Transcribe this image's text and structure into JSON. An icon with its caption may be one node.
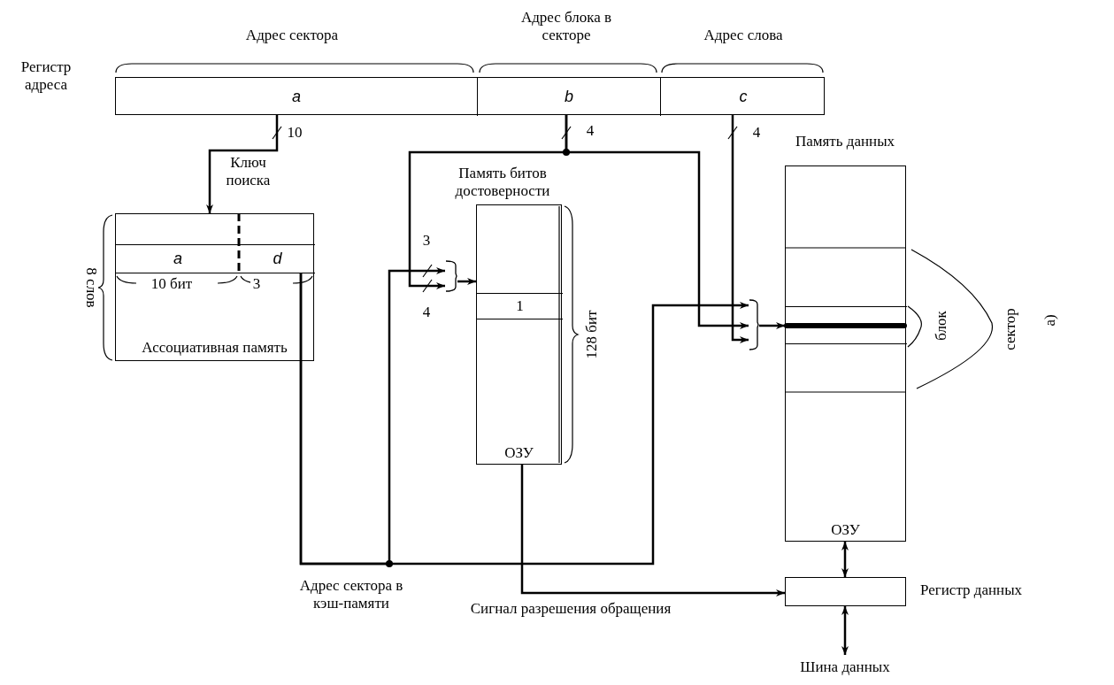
{
  "diagram": {
    "nodes": [
      {
        "text": [],
        "shape": "box"
      },
      {
        "text": [
          "a"
        ],
        "in": 0
      },
      {
        "text": [
          "b"
        ],
        "in": 0
      },
      {
        "text": [
          "c"
        ],
        "in": 0
      },
      {
        "text": [
          "Ассоциативная память"
        ]
      },
      {
        "text": [
          "a"
        ],
        "in": 4
      },
      {
        "text": [
          "d"
        ],
        "in": 4
      },
      {
        "text": [
          "ОЗУ"
        ]
      },
      {
        "text": [
          "1"
        ],
        "in": 7
      },
      {
        "text": [
          "ОЗУ"
        ]
      },
      {
        "text": [],
        "shape": "bar",
        "in": 9
      },
      {
        "text": [],
        "shape": "box",
        "beside": [
          "Регистр данных"
        ]
      },
      {
        "text": [
          "Шина данных"
        ]
      },
      {
        "text": [],
        "shape": "bracket"
      },
      {
        "text": [],
        "shape": "bracket"
      }
    ],
    "edges": [
      {
        "from": 1,
        "to": 4,
        "arrow": "to",
        "label": "Ключ поиска"
      },
      {
        "from": 2,
        "to": 13,
        "arrow": "to"
      },
      {
        "from": 2,
        "to": 14,
        "arrow": "to"
      },
      {
        "from": 3,
        "to": 14,
        "arrow": "to"
      },
      {
        "from": 6,
        "to": 13,
        "arrow": "to",
        "label": "Адрес сектора в кэш-памяти"
      },
      {
        "from": 6,
        "to": 14,
        "arrow": "to"
      },
      {
        "from": 13,
        "to": 7,
        "arrow": "to"
      },
      {
        "from": 14,
        "to": 10,
        "arrow": "to"
      },
      {
        "from": 7,
        "to": 11,
        "arrow": "to",
        "label": "Сигнал разрешения обращения"
      },
      {
        "from": 9,
        "to": 11,
        "arrow": "both"
      },
      {
        "from": 11,
        "to": 12,
        "arrow": "both"
      }
    ],
    "labels": [
      "Регистр адреса",
      "Адрес сектора",
      "Адрес блока в секторе",
      "Адрес слова",
      "10",
      "4",
      "4",
      "Память битов достоверности",
      "Память данных",
      "8 слов",
      "10 бит",
      "3",
      "3",
      "4",
      "128 бит",
      "блок",
      "сектор",
      "а)"
    ]
  }
}
